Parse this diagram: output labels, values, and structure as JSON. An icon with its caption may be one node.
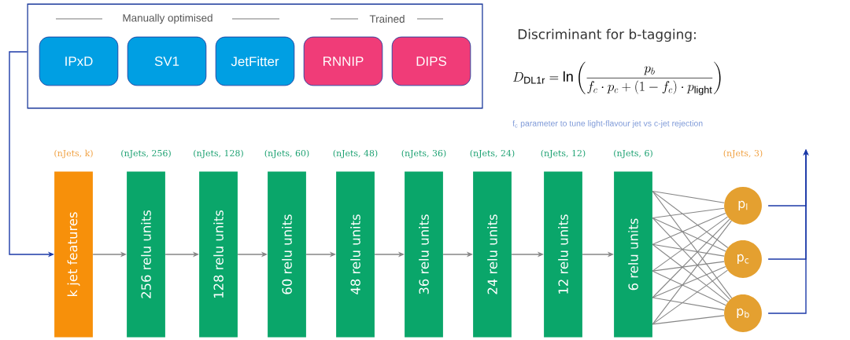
{
  "diagram": {
    "nodes": [
      {
        "text": [
          "Manually optimised",
          "Trained"
        ]
      },
      {
        "text": [
          "IPxD"
        ],
        "in": 0
      },
      {
        "text": [
          "SV1"
        ],
        "in": 0
      },
      {
        "text": [
          "JetFitter"
        ],
        "in": 0
      },
      {
        "text": [
          "RNNIP"
        ],
        "in": 0
      },
      {
        "text": [
          "DIPS"
        ],
        "in": 0
      },
      {
        "text": [
          "k jet features"
        ],
        "beside": [
          "(nJets, k)"
        ]
      },
      {
        "text": [
          "256 relu units"
        ],
        "beside": [
          "(nJets, 256)"
        ]
      },
      {
        "text": [
          "128 relu units"
        ],
        "beside": [
          "(nJets, 128)"
        ]
      },
      {
        "text": [
          "60 relu units"
        ],
        "beside": [
          "(nJets, 60)"
        ]
      },
      {
        "text": [
          "48 relu units"
        ],
        "beside": [
          "(nJets, 48)"
        ]
      },
      {
        "text": [
          "36 relu units"
        ],
        "beside": [
          "(nJets, 36)"
        ]
      },
      {
        "text": [
          "24 relu units"
        ],
        "beside": [
          "(nJets, 24)"
        ]
      },
      {
        "text": [
          "12 relu units"
        ],
        "beside": [
          "(nJets, 12)"
        ]
      },
      {
        "text": [
          "6 relu units"
        ],
        "beside": [
          "(nJets, 6)"
        ]
      },
      {
        "text": [
          "p$_{l}$"
        ]
      },
      {
        "text": [
          "p$_{c}$"
        ]
      },
      {
        "text": [
          "p$_{b}$"
        ]
      }
    ],
    "edges": [
      {
        "from": 0,
        "to": 6,
        "arrow": "to",
        "color": "#1c3aa8"
      },
      {
        "from": 6,
        "to": 7,
        "arrow": "to"
      },
      {
        "from": 7,
        "to": 8,
        "arrow": "to"
      },
      {
        "from": 8,
        "to": 9,
        "arrow": "to"
      },
      {
        "from": 9,
        "to": 10,
        "arrow": "to"
      },
      {
        "from": 10,
        "to": 11,
        "arrow": "to"
      },
      {
        "from": 11,
        "to": 12,
        "arrow": "to"
      },
      {
        "from": 12,
        "to": 13,
        "arrow": "to"
      },
      {
        "from": 13,
        "to": 14,
        "arrow": "to"
      },
      {
        "from": 14,
        "to": 15,
        "arrow": "none"
      },
      {
        "from": 14,
        "to": 15,
        "arrow": "none"
      },
      {
        "from": 14,
        "to": 15,
        "arrow": "none"
      },
      {
        "from": 14,
        "to": 15,
        "arrow": "none"
      },
      {
        "from": 14,
        "to": 15,
        "arrow": "none"
      },
      {
        "from": 14,
        "to": 15,
        "arrow": "none"
      },
      {
        "from": 14,
        "to": 16,
        "arrow": "none"
      },
      {
        "from": 14,
        "to": 16,
        "arrow": "none"
      },
      {
        "from": 14,
        "to": 16,
        "arrow": "none"
      },
      {
        "from": 14,
        "to": 16,
        "arrow": "none"
      },
      {
        "from": 14,
        "to": 16,
        "arrow": "none"
      },
      {
        "from": 14,
        "to": 16,
        "arrow": "none"
      },
      {
        "from": 14,
        "to": 17,
        "arrow": "none"
      },
      {
        "from": 14,
        "to": 17,
        "arrow": "none"
      },
      {
        "from": 14,
        "to": 17,
        "arrow": "none"
      },
      {
        "from": 14,
        "to": 17,
        "arrow": "none"
      },
      {
        "from": 14,
        "to": 17,
        "arrow": "none"
      },
      {
        "from": 14,
        "to": 17,
        "arrow": "none"
      },
      {
        "from": 15,
        "to": null,
        "arrow": "to",
        "color": "#1c3aa8"
      },
      {
        "from": 16,
        "to": null,
        "arrow": "to",
        "color": "#1c3aa8"
      },
      {
        "from": 17,
        "to": null,
        "arrow": "to",
        "color": "#1c3aa8"
      }
    ],
    "labels": [
      "(nJets, 3)",
      "Discriminant for b-tagging:",
      "D_{\\mathrm{DL1r}} = \\ln\\left(\\frac{p_b}{f_c \\cdot p_c + (1-f_c) \\cdot p_{\\mathrm{light}}}\\right)",
      "f$_{c}$ parameter to tune light-flavour jet vs c-jet rejection"
    ]
  }
}
